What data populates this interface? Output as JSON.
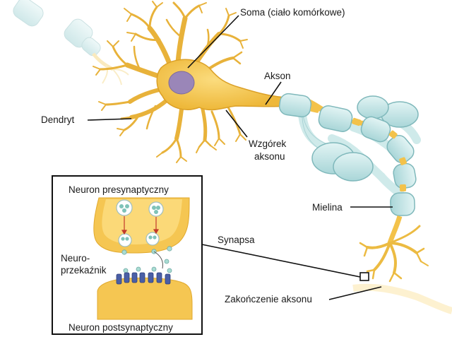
{
  "labels": {
    "soma": "Soma (ciało komórkowe)",
    "axon": "Akson",
    "dendrite": "Dendryt",
    "axon_hillock_line1": "Wzgórek",
    "axon_hillock_line2": "aksonu",
    "myelin": "Mielina",
    "synapse": "Synapsa",
    "axon_terminal": "Zakończenie aksonu"
  },
  "inset": {
    "presynaptic": "Neuron presynaptyczny",
    "neurotransmitter_line1": "Neuro-",
    "neurotransmitter_line2": "przekaźnik",
    "postsynaptic": "Neuron postsynaptyczny"
  },
  "colors": {
    "neuron_fill": "#f3c24a",
    "neuron_edge": "#d9a12a",
    "nucleus": "#9a86b8",
    "myelin_fill": "#bfe3e3",
    "myelin_edge": "#7fb8bb",
    "receptor": "#4a5fa6",
    "vesicle": "#a9dcd3",
    "leader_line": "#111111"
  }
}
